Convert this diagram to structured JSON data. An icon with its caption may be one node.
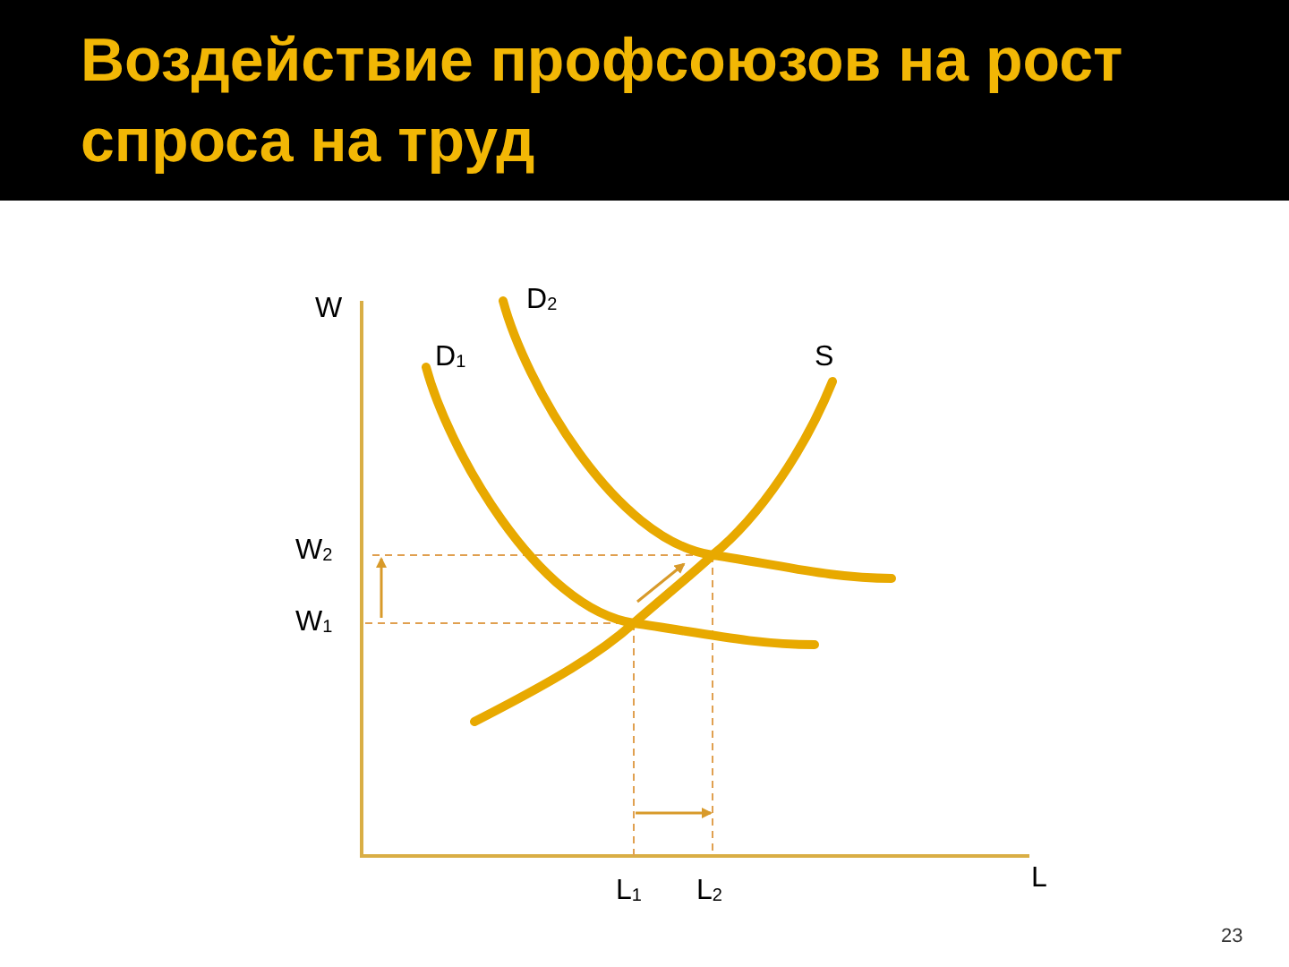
{
  "diagram": {
    "title": "Воздействие профсоюзов на рост спроса на труд",
    "labels": [
      "W",
      "D$_{2}$",
      "D$_{1}$",
      "S",
      "W$_{2}$",
      "W$_{1}$",
      "L$_{1}$",
      "L$_{2}$",
      "L",
      "23"
    ]
  }
}
